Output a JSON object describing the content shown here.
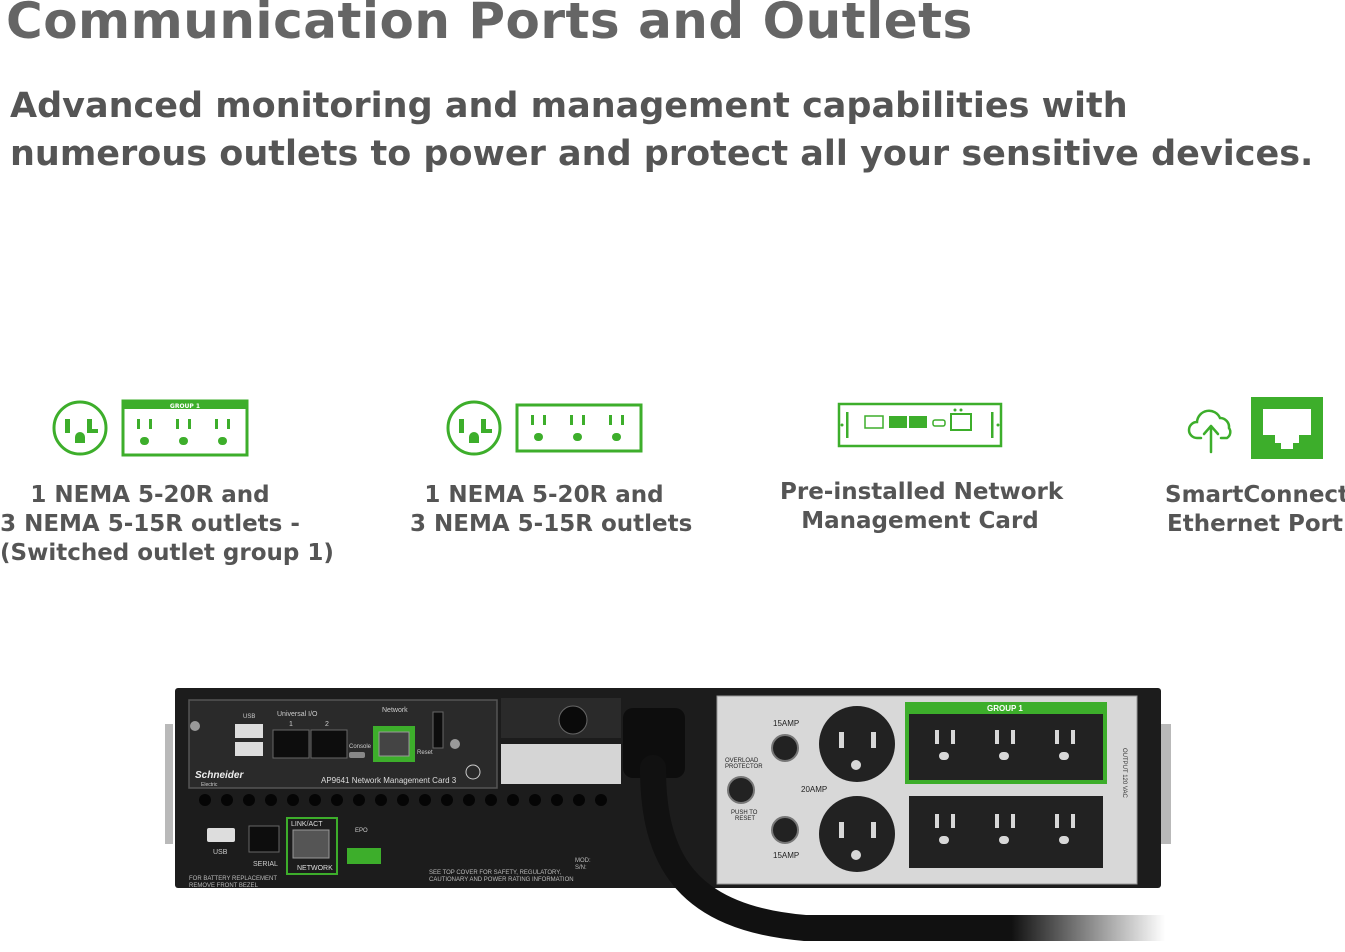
{
  "page": {
    "title": "Communication Ports and Outlets",
    "subtitle_lines": [
      "Advanced monitoring and management capabilities with",
      "numerous outlets to power and protect all your sensitive devices."
    ]
  },
  "features": [
    {
      "icons": [
        "nema-5-20r-outlet-icon",
        "outlet-strip-group-1-icon"
      ],
      "icon_text": "GROUP 1",
      "caption_lines": [
        "1 NEMA 5-20R and",
        "3 NEMA 5-15R outlets -",
        "(Switched outlet group 1)"
      ]
    },
    {
      "icons": [
        "nema-5-20r-outlet-icon",
        "outlet-strip-icon"
      ],
      "caption_lines": [
        "1 NEMA 5-20R and",
        "3 NEMA 5-15R outlets"
      ]
    },
    {
      "icons": [
        "network-management-card-icon"
      ],
      "caption_lines": [
        "Pre-installed Network",
        "Management Card"
      ]
    },
    {
      "icons": [
        "cloud-upload-icon",
        "ethernet-port-icon"
      ],
      "caption_lines": [
        "SmartConnect",
        "Ethernet Port"
      ]
    }
  ],
  "device": {
    "universal_io": "Universal I/O",
    "io_ports": [
      "1",
      "2"
    ],
    "usb_top": "USB",
    "network": "Network",
    "console": "Console",
    "reset": "Reset",
    "card_label": "AP9641 Network Management Card 3",
    "brand": "Schneider",
    "brand_sub": "Electric",
    "usb": "USB",
    "serial": "SERIAL",
    "link_act": "LINK/ACT",
    "network_port": "NETWORK",
    "epo": "EPO",
    "battery_note_lines": [
      "FOR BATTERY REPLACEMENT",
      "REMOVE FRONT BEZEL"
    ],
    "safety_note_lines": [
      "SEE TOP COVER FOR SAFETY, REGULATORY,",
      "CAUTIONARY AND POWER RATING INFORMATION"
    ],
    "mod": "MOD:",
    "sn": "S/N:",
    "breaker_top": "15AMP",
    "overload_lines": [
      "OVERLOAD",
      "PROTECTOR"
    ],
    "push_reset_lines": [
      "PUSH TO",
      "RESET"
    ],
    "breaker_mid": "20AMP",
    "breaker_bottom": "15AMP",
    "group_label": "GROUP 1",
    "output_rating": "OUTPUT 120 VAC"
  },
  "colors": {
    "accent_green": "#3dae2b",
    "text_gray": "#555555",
    "title_gray": "#656565",
    "chassis": "#1c1c1c"
  }
}
